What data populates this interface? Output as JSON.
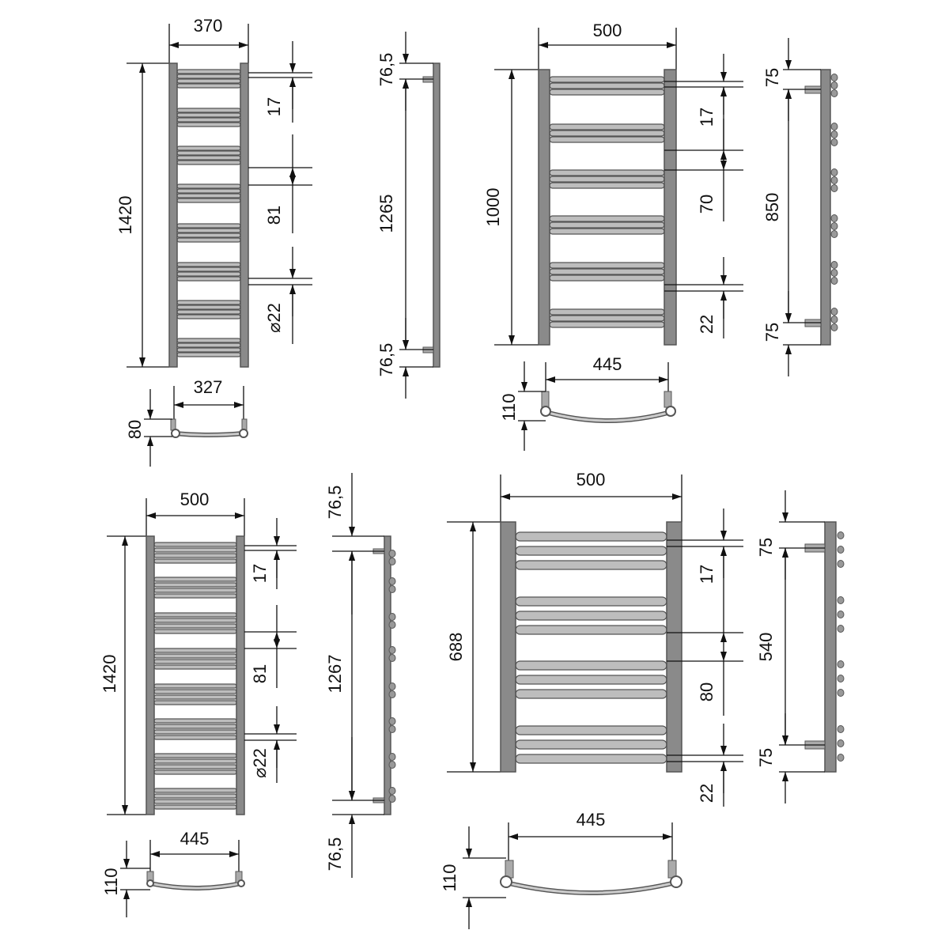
{
  "drawings": [
    {
      "name": "radiator-1420x370",
      "front": {
        "width": "370",
        "height": "1420",
        "gap_small": "17",
        "gap_large": "81",
        "tube_diameter": "⌀22"
      },
      "side": {
        "top": "76,5",
        "between": "1265",
        "bottom": "76,5"
      },
      "plan": {
        "axis": "327",
        "depth": "80"
      }
    },
    {
      "name": "radiator-1000x500",
      "front": {
        "width": "500",
        "height": "1000",
        "gap_small": "17",
        "gap_large": "70",
        "tube_diameter": "22"
      },
      "side": {
        "top": "75",
        "between": "850",
        "bottom": "75"
      },
      "plan": {
        "axis": "445",
        "depth": "110"
      }
    },
    {
      "name": "radiator-1420x500",
      "front": {
        "width": "500",
        "height": "1420",
        "gap_small": "17",
        "gap_large": "81",
        "tube_diameter": "⌀22"
      },
      "side": {
        "top": "76,5",
        "between": "1267",
        "bottom": "76,5"
      },
      "plan": {
        "axis": "445",
        "depth": "110"
      }
    },
    {
      "name": "radiator-688x500",
      "front": {
        "width": "500",
        "height": "688",
        "gap_small": "17",
        "gap_large": "80",
        "tube_diameter": "22"
      },
      "side": {
        "top": "75",
        "between": "540",
        "bottom": "75"
      },
      "plan": {
        "axis": "445",
        "depth": "110"
      }
    }
  ],
  "colors": {
    "line": "#111111",
    "metal": "#8a8a8a",
    "metal_dark": "#555555"
  }
}
